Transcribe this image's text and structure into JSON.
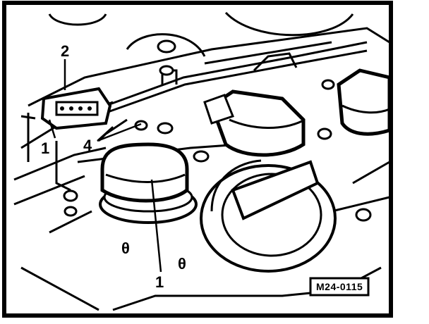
{
  "diagram": {
    "reference_code": "M24-0115",
    "callouts": {
      "label_1_left": "1",
      "label_2": "2",
      "label_4": "4",
      "label_1_bottom": "1"
    },
    "colors": {
      "ink": "#000000",
      "paper": "#ffffff"
    }
  }
}
